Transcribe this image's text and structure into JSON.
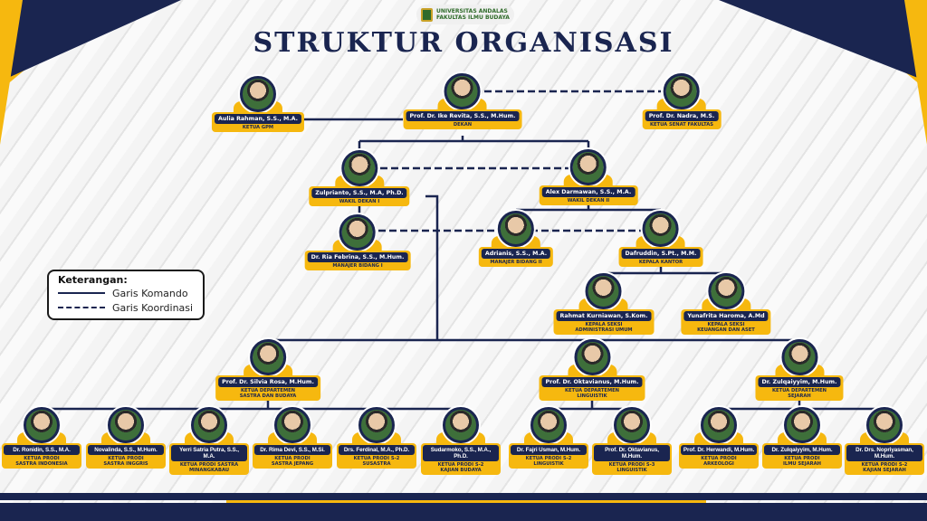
{
  "header": {
    "university": "UNIVERSITAS ANDALAS",
    "faculty": "FAKULTAS ILMU BUDAYA",
    "title": "STRUKTUR ORGANISASI"
  },
  "legend": {
    "title": "Keterangan:",
    "solid": "Garis Komando",
    "dashed": "Garis Koordinasi"
  },
  "colors": {
    "navy": "#1a2550",
    "yellow": "#f6b80f"
  },
  "nodes": [
    {
      "name": "Aulia Rahman, S.S., M.A.",
      "role": "KETUA GPM"
    },
    {
      "name": "Prof. Dr. Ike Revita, S.S., M.Hum.",
      "role": "DEKAN"
    },
    {
      "name": "Prof. Dr. Nadra, M.S.",
      "role": "KETUA SENAT FAKULTAS"
    },
    {
      "name": "Zulprianto, S.S., M.A, Ph.D.",
      "role": "WAKIL DEKAN I"
    },
    {
      "name": "Alex Darmawan, S.S., M.A.",
      "role": "WAKIL DEKAN II"
    },
    {
      "name": "Dr. Ria Febrina, S.S., M.Hum.",
      "role": "MANAJER BIDANG I"
    },
    {
      "name": "Adrianis, S.S., M.A.",
      "role": "MANAJER BIDANG II"
    },
    {
      "name": "Dafruddin, S.Pt., M.M.",
      "role": "KEPALA KANTOR"
    },
    {
      "name": "Rahmat Kurniawan, S.Kom.",
      "role": "KEPALA SEKSI\nADMINISTRASI UMUM"
    },
    {
      "name": "Yunafrita Haroma, A.Md",
      "role": "KEPALA SEKSI\nKEUANGAN DAN ASET"
    },
    {
      "name": "Prof. Dr. Silvia Rosa, M.Hum.",
      "role": "KETUA DEPARTEMEN\nSASTRA DAN BUDAYA"
    },
    {
      "name": "Prof. Dr. Oktavianus, M.Hum.",
      "role": "KETUA DEPARTEMEN\nLINGUISTIK"
    },
    {
      "name": "Dr. Zulqaiyyim, M.Hum.",
      "role": "KETUA DEPARTEMEN\nSEJARAH"
    },
    {
      "name": "Dr. Ronidin, S.S., M.A.",
      "role": "KETUA PRODI\nSASTRA INDONESIA"
    },
    {
      "name": "Novalinda, S.S., M.Hum.",
      "role": "KETUA PRODI\nSASTRA INGGRIS"
    },
    {
      "name": "Yerri Satria Putra, S.S., M.A.",
      "role": "KETUA PRODI SASTRA\nMINANGKABAU"
    },
    {
      "name": "Dr. Rima Devi, S.S., M.Si.",
      "role": "KETUA PRODI\nSASTRA JEPANG"
    },
    {
      "name": "Drs. Ferdinal, M.A., Ph.D.",
      "role": "KETUA PRODI S-2\nSUSASTRA"
    },
    {
      "name": "Sudarmoko, S.S., M.A., Ph.D.",
      "role": "KETUA PRODI S-2\nKAJIAN BUDAYA"
    },
    {
      "name": "Dr. Fajri Usman, M.Hum.",
      "role": "KETUA PRODI S-2\nLINGUISTIK"
    },
    {
      "name": "Prof. Dr. Oktavianus, M.Hum.",
      "role": "KETUA PRODI S-3\nLINGUISTIK"
    },
    {
      "name": "Prof. Dr. Herwandi, M.Hum.",
      "role": "KETUA PRODI\nARKEOLOGI"
    },
    {
      "name": "Dr. Zulqaiyyim, M.Hum.",
      "role": "KETUA PRODI\nILMU SEJARAH"
    },
    {
      "name": "Dr. Drs. Nopriyasman, M.Hum.",
      "role": "KETUA PRODI S-2\nKAJIAN SEJARAH"
    }
  ]
}
